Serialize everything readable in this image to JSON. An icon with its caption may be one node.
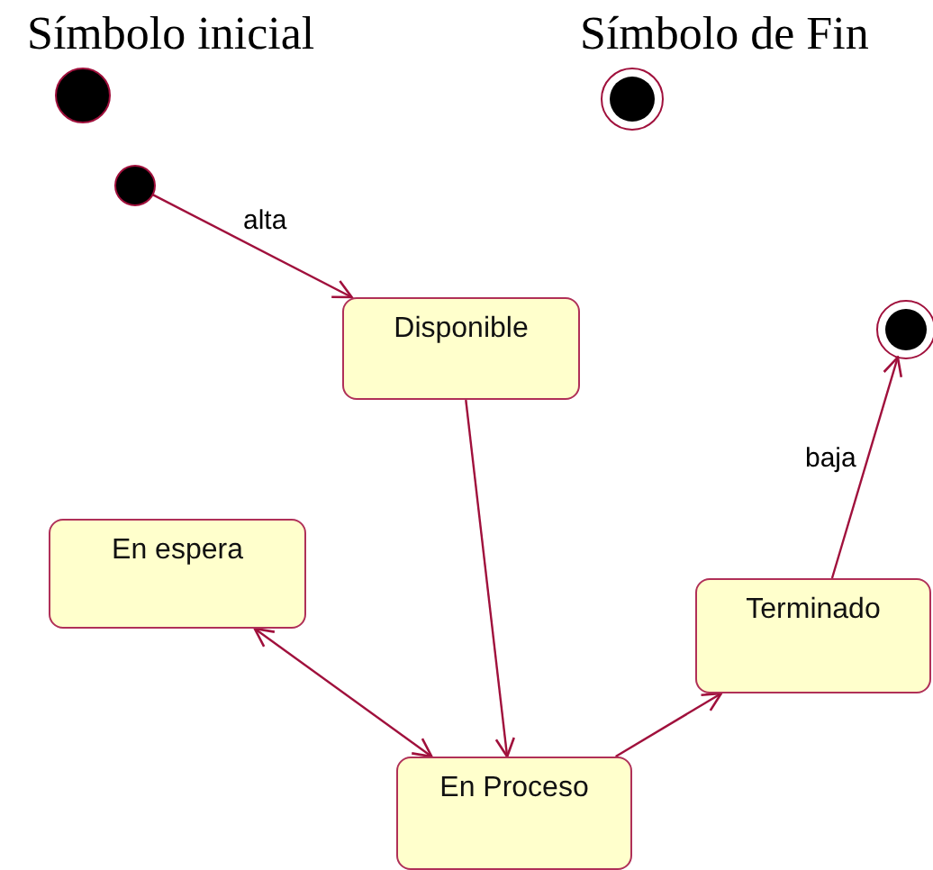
{
  "diagram": {
    "nodes": [
      {
        "text": [],
        "shape": "circle",
        "beside": [
          "Símbolo inicial"
        ]
      },
      {
        "text": [],
        "shape": "circle",
        "beside": [
          "Símbolo de Fin"
        ]
      },
      {
        "text": [],
        "shape": "circle"
      },
      {
        "text": [
          "Disponible"
        ]
      },
      {
        "text": [],
        "shape": "circle"
      },
      {
        "text": [
          "En espera"
        ]
      },
      {
        "text": [
          "Terminado"
        ]
      },
      {
        "text": [
          "En Proceso"
        ]
      }
    ],
    "edges": [
      {
        "from": 2,
        "to": 3,
        "arrow": "to",
        "label": "alta"
      },
      {
        "from": 3,
        "to": 7,
        "arrow": "to"
      },
      {
        "from": 5,
        "to": 7,
        "arrow": "both"
      },
      {
        "from": 7,
        "to": 6,
        "arrow": "to"
      },
      {
        "from": 6,
        "to": 4,
        "arrow": "to",
        "label": "baja"
      }
    ]
  }
}
